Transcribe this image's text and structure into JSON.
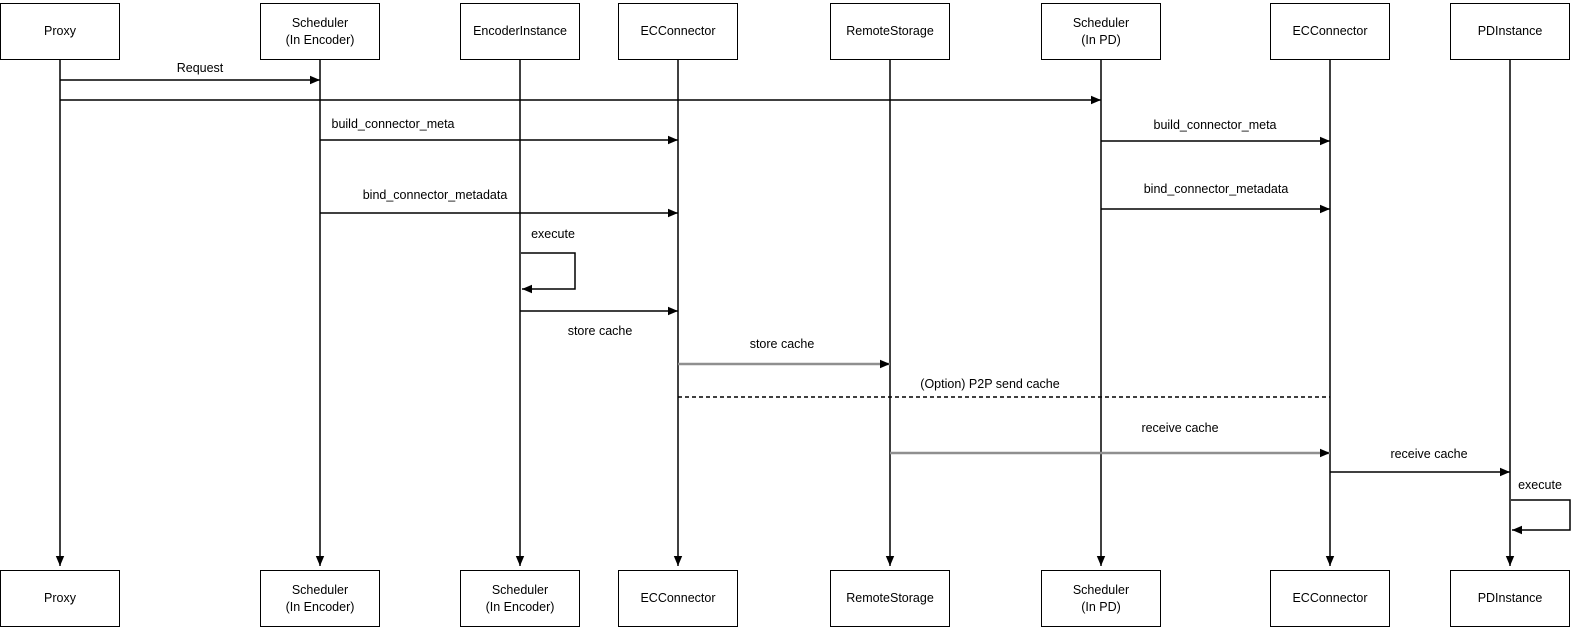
{
  "diagram": {
    "kind": "uml-sequence-diagram",
    "colors": {
      "background": "#ffffff",
      "box_fill": "#ffffff",
      "box_border": "#000000",
      "line": "#000000",
      "gray_line": "#8f8f8f",
      "text": "#000000"
    }
  },
  "participants_top": [
    {
      "label": "Proxy"
    },
    {
      "label": "Scheduler\n(In Encoder)"
    },
    {
      "label": "EncoderInstance"
    },
    {
      "label": "ECConnector"
    },
    {
      "label": "RemoteStorage"
    },
    {
      "label": "Scheduler\n(In PD)"
    },
    {
      "label": "ECConnector"
    },
    {
      "label": "PDInstance"
    }
  ],
  "participants_bottom": [
    {
      "label": "Proxy"
    },
    {
      "label": "Scheduler\n(In Encoder)"
    },
    {
      "label": "Scheduler\n(In Encoder)"
    },
    {
      "label": "ECConnector"
    },
    {
      "label": "RemoteStorage"
    },
    {
      "label": "Scheduler\n(In PD)"
    },
    {
      "label": "ECConnector"
    },
    {
      "label": "PDInstance"
    }
  ],
  "messages": [
    {
      "label": "Request",
      "from": "Proxy",
      "to": "Scheduler (In Encoder)",
      "style": "solid"
    },
    {
      "label": "",
      "from": "Proxy",
      "to": "Scheduler (In PD)",
      "style": "solid"
    },
    {
      "label": "build_connector_meta",
      "from": "Scheduler (In Encoder)",
      "to": "ECConnector",
      "style": "solid"
    },
    {
      "label": "bind_connector_metadata",
      "from": "Scheduler (In Encoder)",
      "to": "ECConnector",
      "style": "solid"
    },
    {
      "label": "execute",
      "from": "EncoderInstance",
      "to": "EncoderInstance",
      "style": "self-loop"
    },
    {
      "label": "store cache",
      "from": "EncoderInstance",
      "to": "ECConnector",
      "style": "solid"
    },
    {
      "label": "store cache",
      "from": "ECConnector",
      "to": "RemoteStorage",
      "style": "solid-gray"
    },
    {
      "label": "(Option) P2P send cache",
      "from": "ECConnector",
      "to": "ECConnector (PD side)",
      "style": "dashed"
    },
    {
      "label": "build_connector_meta",
      "from": "Scheduler (In PD)",
      "to": "ECConnector (PD side)",
      "style": "solid"
    },
    {
      "label": "bind_connector_metadata",
      "from": "Scheduler (In PD)",
      "to": "ECConnector (PD side)",
      "style": "solid"
    },
    {
      "label": "receive cache",
      "from": "RemoteStorage",
      "to": "ECConnector (PD side)",
      "style": "solid-gray"
    },
    {
      "label": "receive cache",
      "from": "ECConnector (PD side)",
      "to": "PDInstance",
      "style": "solid"
    },
    {
      "label": "execute",
      "from": "PDInstance",
      "to": "PDInstance",
      "style": "self-loop"
    }
  ]
}
